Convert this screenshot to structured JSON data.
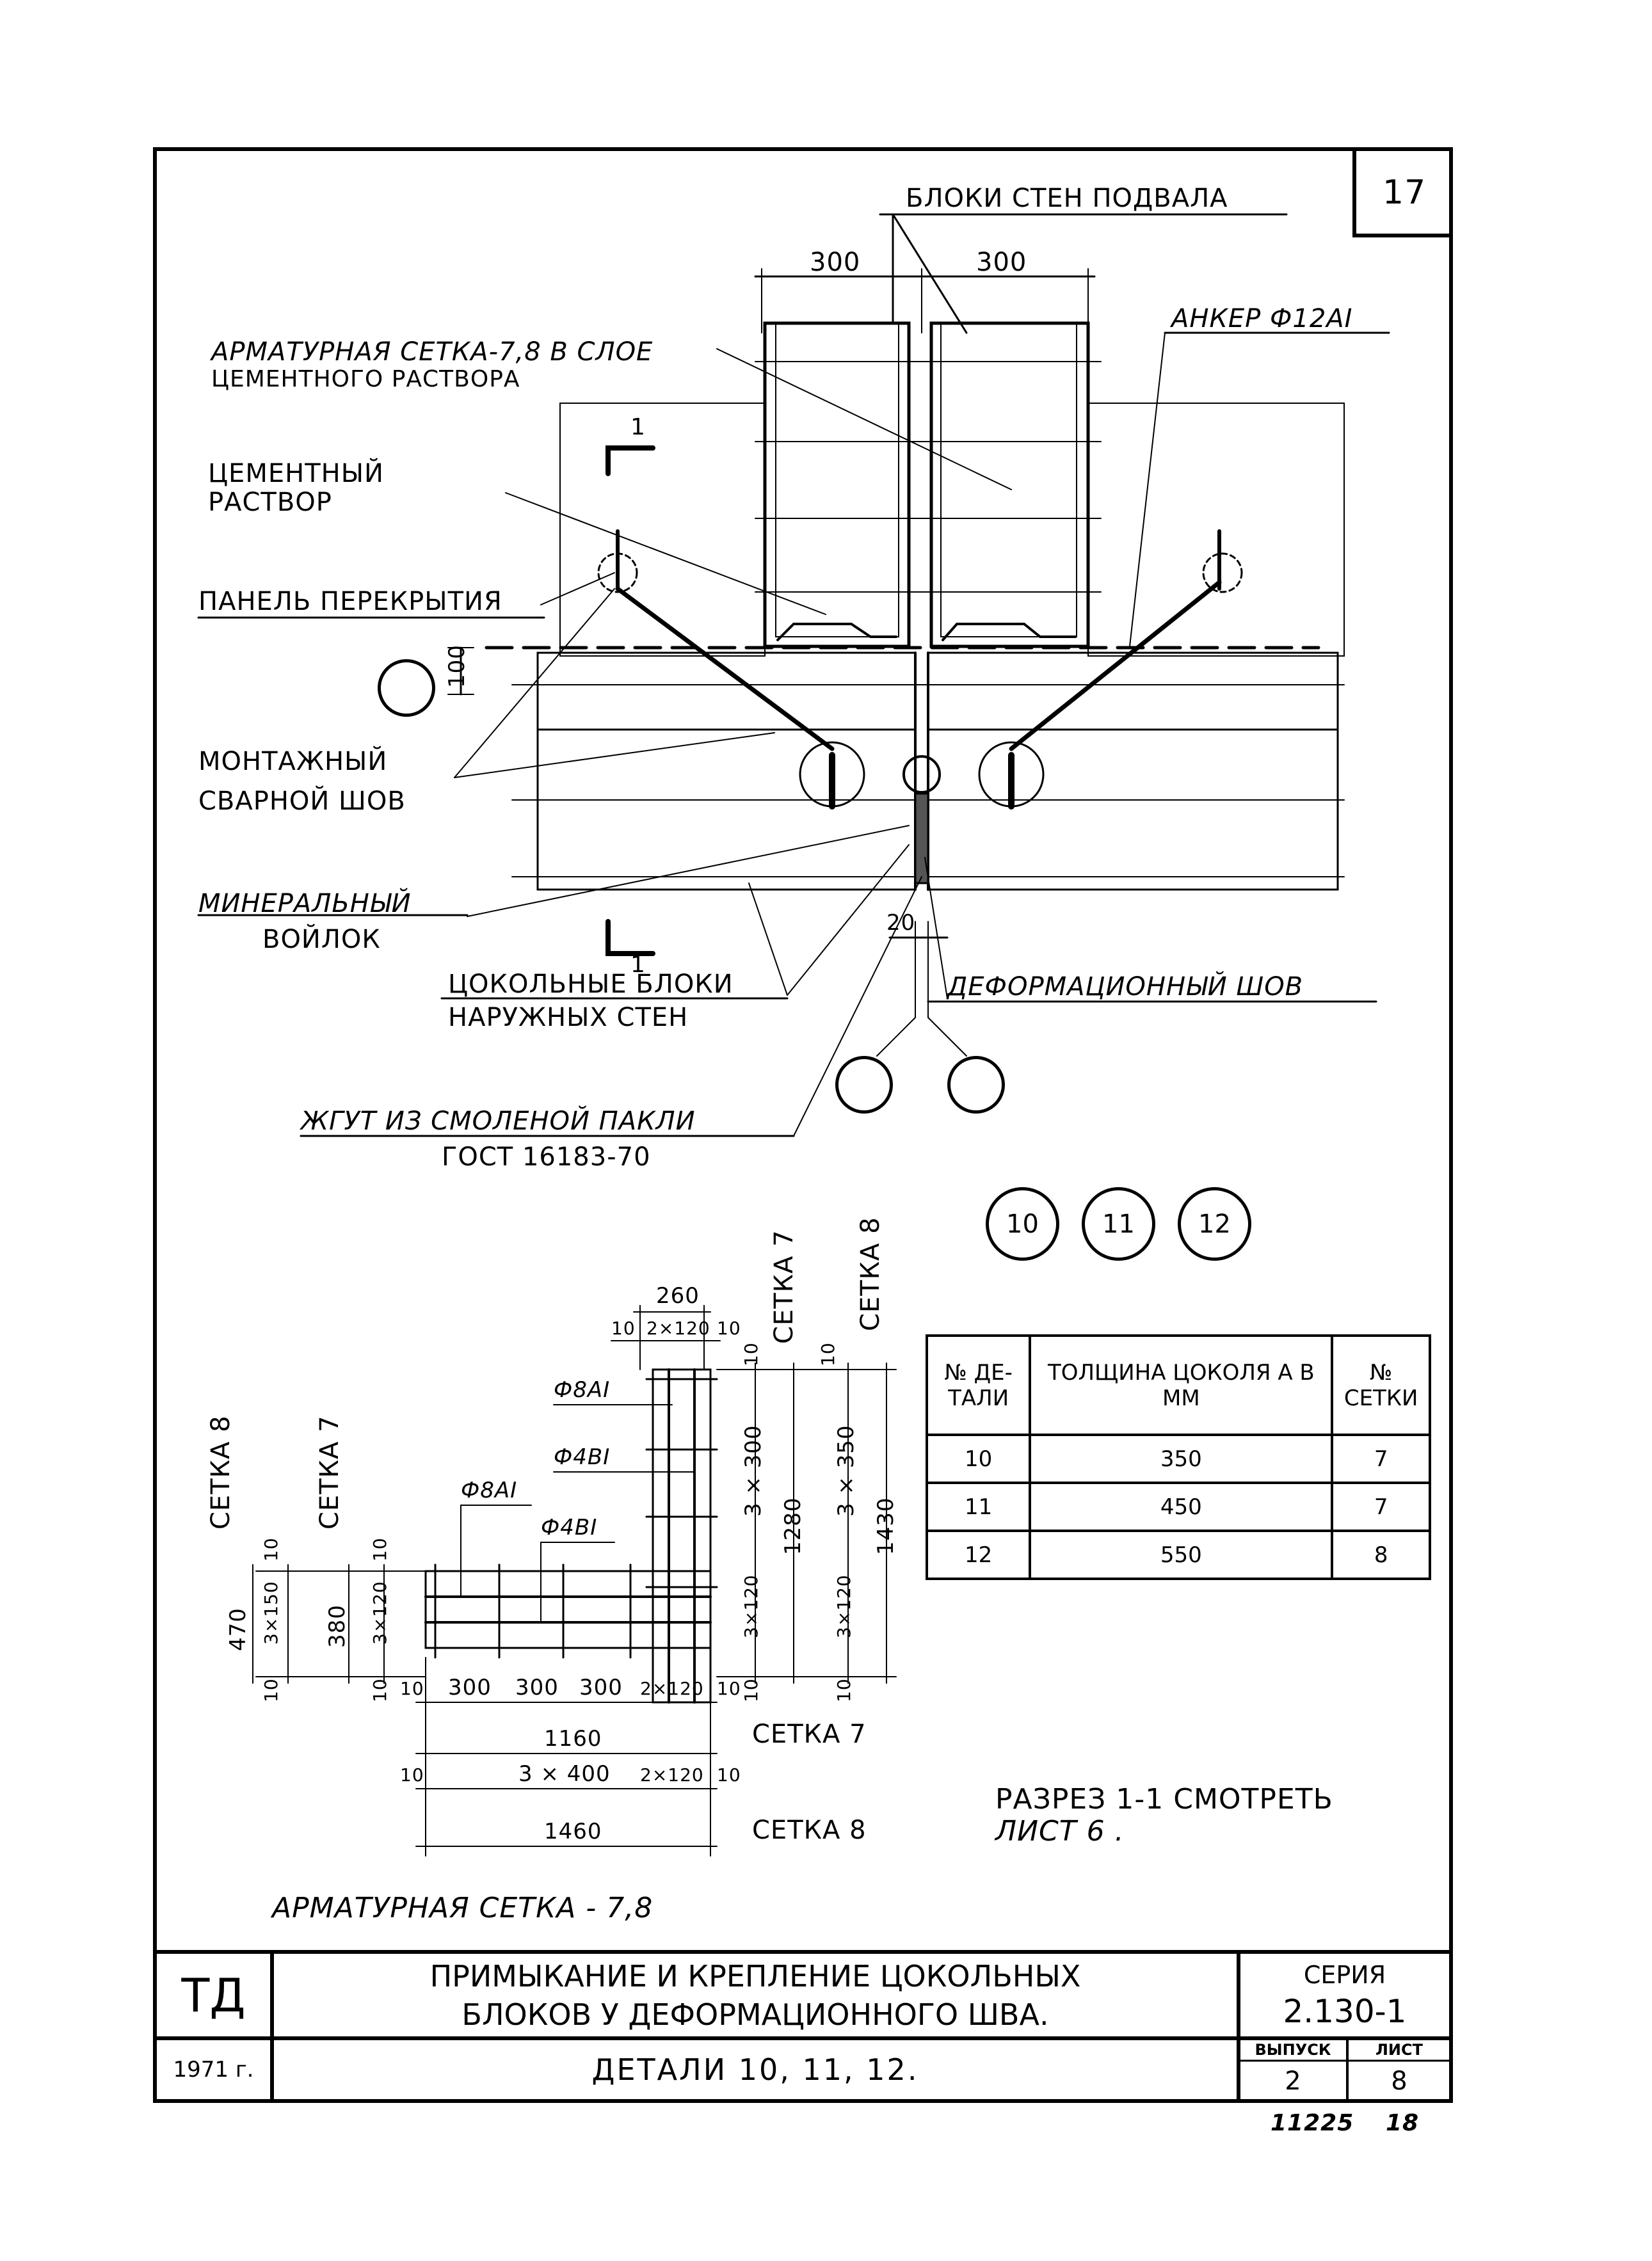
{
  "sheet": {
    "number": "17"
  },
  "labels": {
    "blocks_basement": "БЛОКИ СТЕН ПОДВАЛА",
    "anchor": "АНКЕР Ф12АI",
    "mesh_line1": "АРМАТУРНАЯ СЕТКА-7,8 В СЛОЕ",
    "mesh_line2": "ЦЕМЕНТНОГО РАСТВОРА",
    "cement_line1": "ЦЕМЕНТНЫЙ",
    "cement_line2": "РАСТВОР",
    "panel": "ПАНЕЛЬ ПЕРЕКРЫТИЯ",
    "weld_line1": "МОНТАЖНЫЙ",
    "weld_line2": "СВАРНОЙ ШОВ",
    "felt_line1": "МИНЕРАЛЬНЫЙ",
    "felt_line2": "ВОЙЛОК",
    "plinth_line1": "ЦОКОЛЬНЫЕ БЛОКИ",
    "plinth_line2": "НАРУЖНЫХ СТЕН",
    "deform": "ДЕФОРМАЦИОННЫЙ ШОВ",
    "tow_line1": "ЖГУТ ИЗ СМОЛЕНОЙ ПАКЛИ",
    "tow_line2": "ГОСТ 16183-70",
    "section_mark": "1"
  },
  "dims_top": {
    "left": "300",
    "right": "300",
    "offset": "100",
    "gap": "20"
  },
  "detail_marks": [
    "10",
    "11",
    "12"
  ],
  "spec_table": {
    "headers": [
      "№ ДЕ- ТАЛИ",
      "ТОЛЩИНА ЦОКОЛЯ А В ММ",
      "№ СЕТКИ"
    ],
    "rows": [
      [
        "10",
        "350",
        "7"
      ],
      [
        "11",
        "450",
        "7"
      ],
      [
        "12",
        "550",
        "8"
      ]
    ]
  },
  "mesh_drawing": {
    "title": "АРМАТУРНАЯ СЕТКА - 7,8",
    "setka7": "СЕТКА 7",
    "setka8": "СЕТКА 8",
    "setka7_top": "СЕТКА 7",
    "setka8_top": "СЕТКА 8",
    "bars": [
      "Ф8АI",
      "Ф4ВI",
      "Ф8АI",
      "Ф4ВI"
    ],
    "dims_top": [
      "260",
      "10",
      "2×120",
      "10"
    ],
    "dims_right_7": [
      "10",
      "3 × 300",
      "3×120",
      "10",
      "1280"
    ],
    "dims_right_8": [
      "10",
      "3 × 350",
      "3×120",
      "10",
      "1430"
    ],
    "dims_left_8": [
      "10",
      "3×150",
      "10",
      "470"
    ],
    "dims_left_7": [
      "10",
      "3×120",
      "10",
      "380"
    ],
    "dims_bottom_7": [
      "10",
      "300",
      "300",
      "300",
      "2×120",
      "10",
      "1160"
    ],
    "dims_bottom_8": [
      "10",
      "3 × 400",
      "2×120",
      "10",
      "1460"
    ],
    "note_line1": "РАЗРЕЗ 1-1 СМОТРЕТЬ",
    "note_line2": "ЛИСТ 6 ."
  },
  "title_block": {
    "code": "ТД",
    "year": "1971 г.",
    "title_line1": "ПРИМЫКАНИЕ И КРЕПЛЕНИЕ ЦОКОЛЬНЫХ",
    "title_line2": "БЛОКОВ У ДЕФОРМАЦИОННОГО ШВА.",
    "subtitle": "ДЕТАЛИ 10, 11, 12.",
    "series_label": "СЕРИЯ",
    "series": "2.130-1",
    "issue_label": "ВЫПУСК",
    "issue": "2",
    "sheet_label": "ЛИСТ",
    "sheet": "8"
  },
  "stamp": {
    "number": "11225",
    "page": "18"
  }
}
